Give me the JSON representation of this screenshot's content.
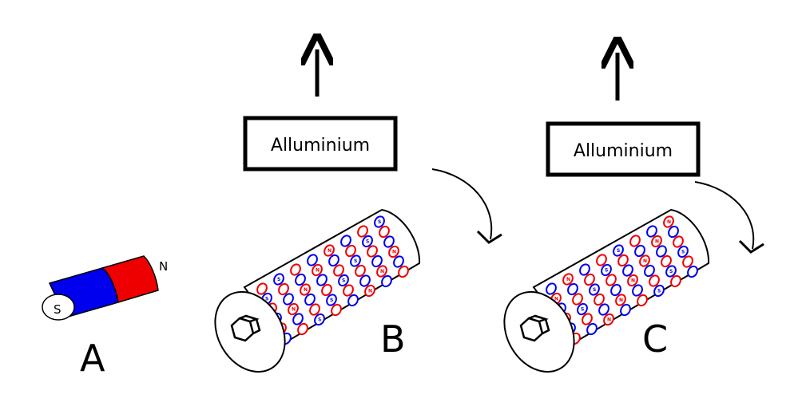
{
  "figure": {
    "magnet": {
      "label": "A",
      "south_pole": "S",
      "north_pole": "N",
      "colors": {
        "south": "#0000ee",
        "north": "#ee0000"
      }
    },
    "cylinder_b": {
      "label": "B",
      "plate_label": "Alluminium",
      "magnet_colors": [
        "#ee0000",
        "#0000ee"
      ],
      "magnet_pole_marks": [
        "N",
        "S"
      ]
    },
    "cylinder_c": {
      "label": "C",
      "plate_label": "Alluminium",
      "magnet_colors": [
        "#ee0000",
        "#0000ee"
      ],
      "magnet_pole_marks": [
        "N",
        "S"
      ]
    }
  }
}
